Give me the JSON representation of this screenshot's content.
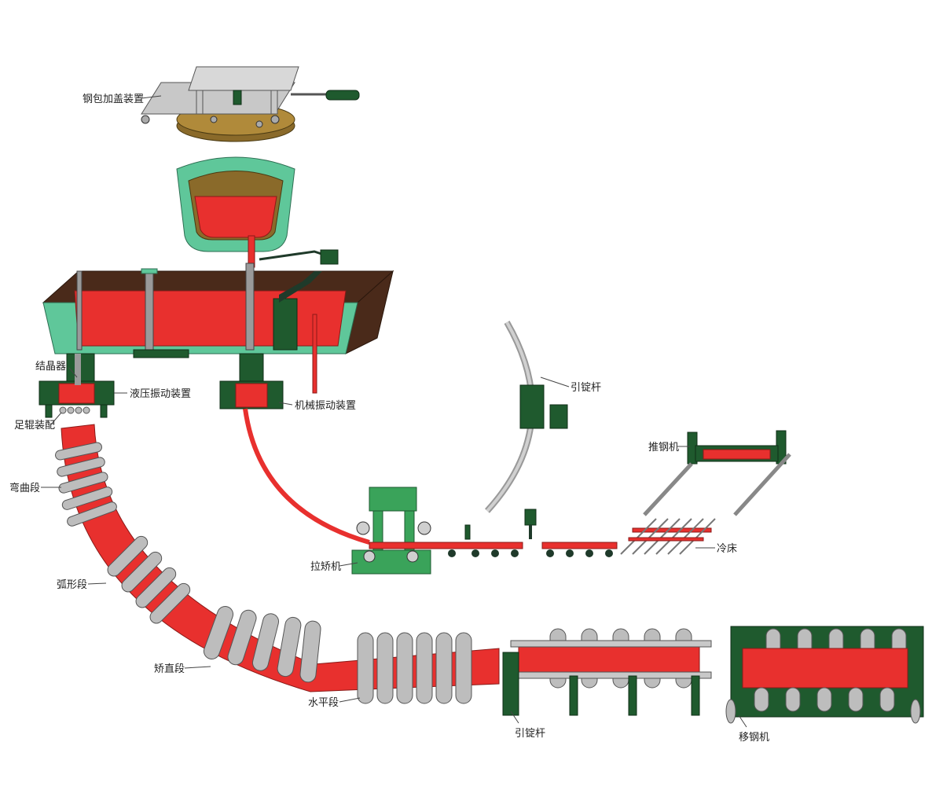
{
  "labels": {
    "ladle_cover": "钢包加盖装置",
    "mold": "结晶器",
    "hydraulic_osc": "液压振动装置",
    "foot_roll": "足辊装配",
    "mech_osc": "机械振动装置",
    "dummy_bar_top": "引锭杆",
    "pusher": "推钢机",
    "bending": "弯曲段",
    "withdrawal": "拉矫机",
    "cooling_bed": "冷床",
    "arc": "弧形段",
    "straightening": "矫直段",
    "horizontal": "水平段",
    "dummy_bar_bottom": "引锭杆",
    "transfer": "移钢机"
  },
  "colors": {
    "steel": "#e8302e",
    "lining": "#5fc79a",
    "equipment": "#1f5a2e",
    "roll": "#bdbdbd",
    "cover": "#b08a3a"
  }
}
